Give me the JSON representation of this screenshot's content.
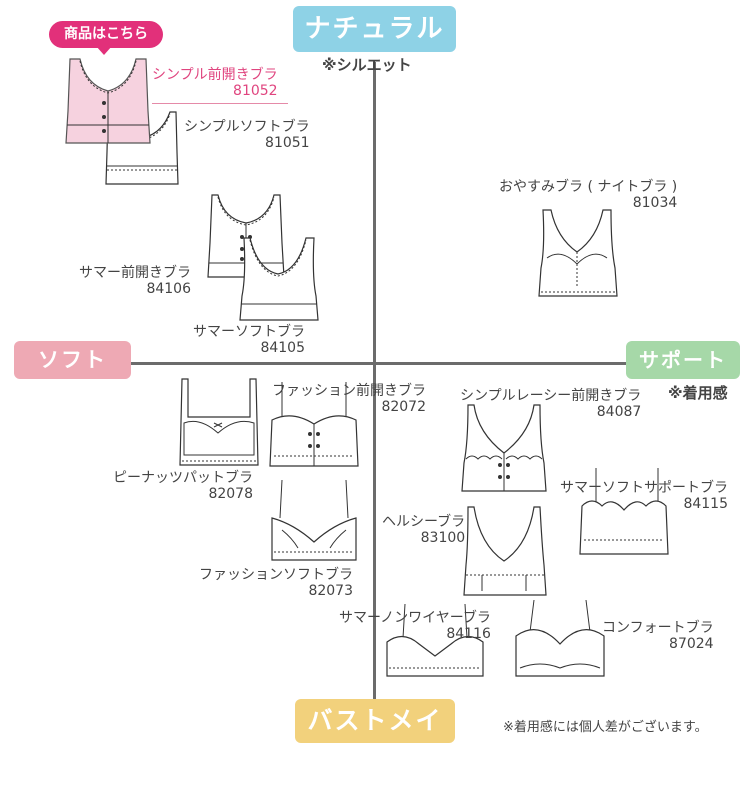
{
  "axes": {
    "top": "ナチュラル",
    "top_note": "※シルエット",
    "left": "ソフト",
    "right": "サポート",
    "right_note": "※着用感",
    "bottom": "バストメイク"
  },
  "badge": "商品はこちら",
  "footnote": "※着用感には個人差がございます。",
  "products": [
    {
      "name": "シンプル前開きブラ",
      "code": "81052"
    },
    {
      "name": "シンプルソフトブラ",
      "code": "81051"
    },
    {
      "name": "おやすみブラ ( ナイトブラ )",
      "code": "81034"
    },
    {
      "name": "サマー前開きブラ",
      "code": "84106"
    },
    {
      "name": "サマーソフトブラ",
      "code": "84105"
    },
    {
      "name": "ファッション前開きブラ",
      "code": "82072"
    },
    {
      "name": "シンプルレーシー前開きブラ",
      "code": "84087"
    },
    {
      "name": "ピーナッツパットブラ",
      "code": "82078"
    },
    {
      "name": "サマーソフトサポートブラ",
      "code": "84115"
    },
    {
      "name": "ヘルシーブラ",
      "code": "83100"
    },
    {
      "name": "ファッションソフトブラ",
      "code": "82073"
    },
    {
      "name": "サマーノンワイヤーブラ",
      "code": "84116"
    },
    {
      "name": "コンフォートブラ",
      "code": "87024"
    }
  ],
  "colors": {
    "natural": "#8ed2e6",
    "soft": "#eea9b4",
    "support": "#a6d8a8",
    "bustmake": "#f2d17c",
    "badge": "#e2307a",
    "highlight_item": "#f6d2df"
  }
}
